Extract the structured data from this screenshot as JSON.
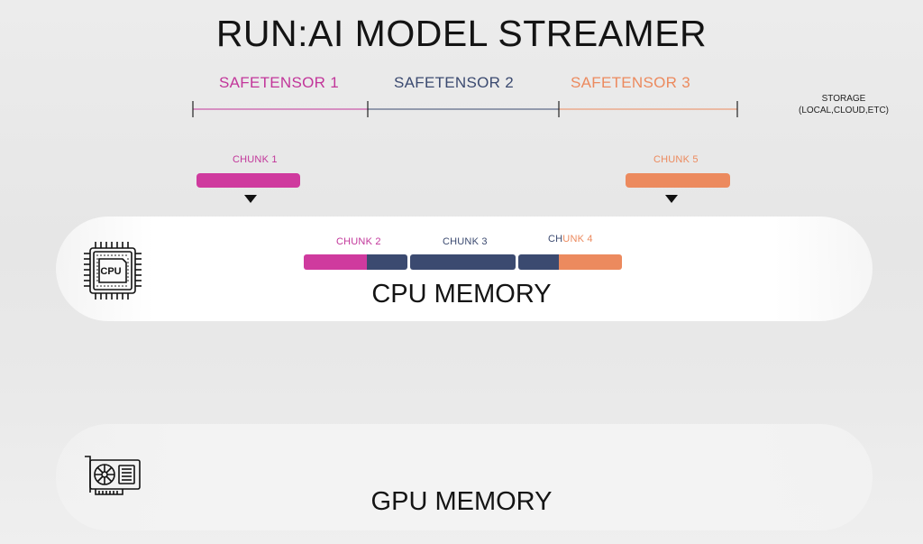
{
  "title": "RUN:AI MODEL STREAMER",
  "storage": {
    "label_line1": "STORAGE",
    "label_line2": "(LOCAL,CLOUD,ETC)",
    "segments": [
      {
        "label": "SAFETENSOR 1",
        "color": "#c2369a"
      },
      {
        "label": "SAFETENSOR 2",
        "color": "#3b4a70"
      },
      {
        "label": "SAFETENSOR 3",
        "color": "#ec8a5e"
      }
    ]
  },
  "incoming_chunks": [
    {
      "label": "CHUNK 1",
      "color": "#cf3a9e",
      "icon": "down-arrow-icon"
    },
    {
      "label": "CHUNK 5",
      "color": "#ec8a5e",
      "icon": "down-arrow-icon"
    }
  ],
  "cpu_memory": {
    "title": "CPU MEMORY",
    "icon": "cpu-chip-icon",
    "icon_text": "CPU",
    "chunk_labels": {
      "chunk2": "CHUNK 2",
      "chunk3": "CHUNK 3",
      "chunk4_part1": "CH",
      "chunk4_part2": "UNK 4"
    }
  },
  "gpu_memory": {
    "title": "GPU MEMORY",
    "icon": "gpu-card-icon"
  },
  "colors": {
    "magenta": "#cf3a9e",
    "navy": "#3b4a70",
    "orange": "#ec8a5e"
  }
}
